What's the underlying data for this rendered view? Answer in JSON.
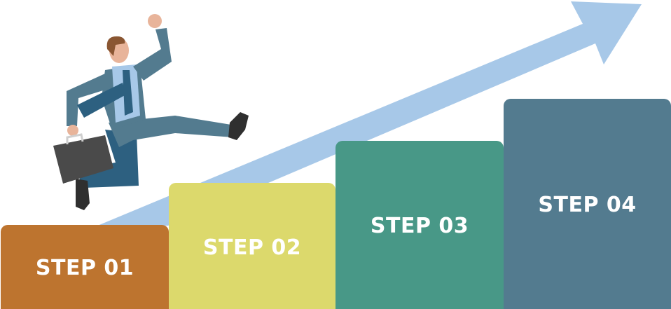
{
  "arrow": {
    "color": "#a7c8e8"
  },
  "figure": {
    "suit": "#537b8f",
    "suit_dark": "#2d6080",
    "shirt": "#a7c8e8",
    "skin": "#e8b49a",
    "hair": "#8a5632",
    "briefcase": "#4a4a4a",
    "shoe": "#2f2f2f"
  },
  "steps": [
    {
      "label": "STEP 01",
      "color": "#bd742f"
    },
    {
      "label": "STEP 02",
      "color": "#dcd96c"
    },
    {
      "label": "STEP 03",
      "color": "#489887"
    },
    {
      "label": "STEP 04",
      "color": "#537b8f"
    }
  ]
}
